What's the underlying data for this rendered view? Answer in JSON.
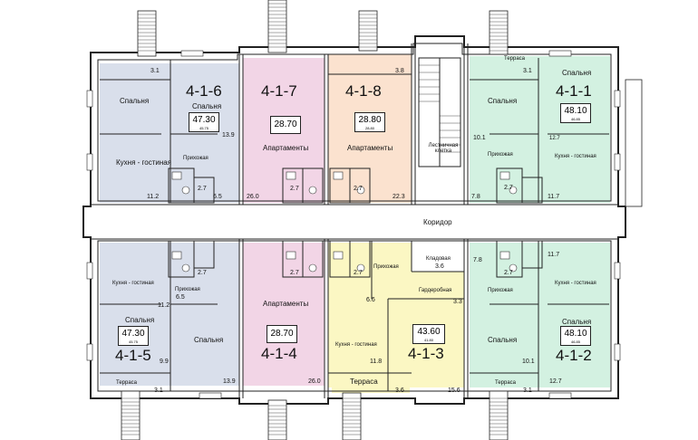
{
  "apartments": {
    "a416": {
      "number": "4-1-6",
      "area": "47.30",
      "area_small": "45.75"
    },
    "a417": {
      "number": "4-1-7",
      "area": "28.70"
    },
    "a418": {
      "number": "4-1-8",
      "area": "28.80",
      "area_small": "28.80"
    },
    "a411": {
      "number": "4-1-1",
      "area": "48.10",
      "area_small": "46.85"
    },
    "a415": {
      "number": "4-1-5",
      "area": "47.30",
      "area_small": "45.75"
    },
    "a414": {
      "number": "4-1-4",
      "area": "28.70"
    },
    "a413": {
      "number": "4-1-3",
      "area": "43.60",
      "area_small": "41.80"
    },
    "a412": {
      "number": "4-1-2",
      "area": "48.10",
      "area_small": "46.85"
    }
  },
  "rooms": {
    "bedroom": "Спальня",
    "kitchen_living": "Кухня - гостиная",
    "hall": "Прихожая",
    "apartments": "Апартаменты",
    "terrace": "Терраса",
    "stairs": "Лестничная клетка",
    "corridor": "Коридор",
    "storage": "Кладовая",
    "wardrobe": "Гардеробная"
  },
  "room_areas": {
    "t1": "3.1",
    "t2": "13.9",
    "t3": "11.2",
    "t4": "2.7",
    "t5": "6.5",
    "t6": "26.0",
    "t7": "2.7",
    "t8": "2.7",
    "t9": "3.8",
    "t10": "22.3",
    "t11": "3.1",
    "t12": "10.1",
    "t13": "12.7",
    "t14": "7.8",
    "t15": "2.7",
    "t16": "11.7",
    "b1": "2.7",
    "b2": "11.2",
    "b3": "6.5",
    "b4": "9.9",
    "b5": "3.1",
    "b6": "13.9",
    "b7": "2.7",
    "b8": "2.7",
    "b9": "26.0",
    "b10": "3.6",
    "b11": "6.6",
    "b12": "3.3",
    "b13": "11.8",
    "b14": "3.6",
    "b15": "15.6",
    "b16": "7.8",
    "b17": "2.7",
    "b18": "11.7",
    "b19": "10.1",
    "b20": "3.1",
    "b21": "12.7"
  },
  "colors": {
    "blue": "#d9dfeb",
    "pink": "#f2d5e6",
    "peach": "#fbe2cf",
    "green": "#d3f1e1",
    "yellow": "#fbf7c3",
    "wall": "#f4f4f4",
    "wall_line": "#222222"
  }
}
